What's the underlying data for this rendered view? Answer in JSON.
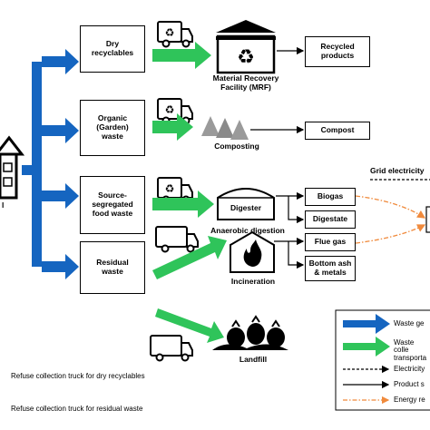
{
  "sources": {
    "dry": "Dry\nrecyclables",
    "organic": "Organic\n(Garden)\nwaste",
    "food": "Source-\nsegregated\nfood waste",
    "residual": "Residual\nwaste"
  },
  "facilities": {
    "mrf": "Material Recovery\nFacility (MRF)",
    "composting": "Composting",
    "digester": "Digester",
    "anaerobic": "Anaerobic digestion",
    "incineration": "Incineration",
    "landfill": "Landfill"
  },
  "products": {
    "recycled": "Recycled\nproducts",
    "compost": "Compost",
    "biogas": "Biogas",
    "digestate": "Digestate",
    "flue_gas": "Flue gas",
    "bottom_ash": "Bottom ash\n& metals"
  },
  "grid_label": "Grid electricity",
  "household_label": "l",
  "legend": {
    "waste_generation": "Waste ge",
    "waste_collection": "Waste colle\ntransporta",
    "electricity": "Electricity",
    "product": "Product s",
    "energy": "Energy re"
  },
  "notes": {
    "dry_truck": "Refuse collection truck for dry recyclables",
    "residual_truck": "Refuse collection truck for residual waste"
  },
  "colors": {
    "blue": "#1565c0",
    "green": "#2fc45a",
    "orange": "#f08a3c"
  },
  "icons": [
    "house-icon",
    "truck-recycle-icon",
    "truck-icon",
    "mrf-building-icon",
    "compost-pile-icon",
    "digester-dome-icon",
    "incinerator-flame-icon",
    "landfill-bags-icon"
  ]
}
